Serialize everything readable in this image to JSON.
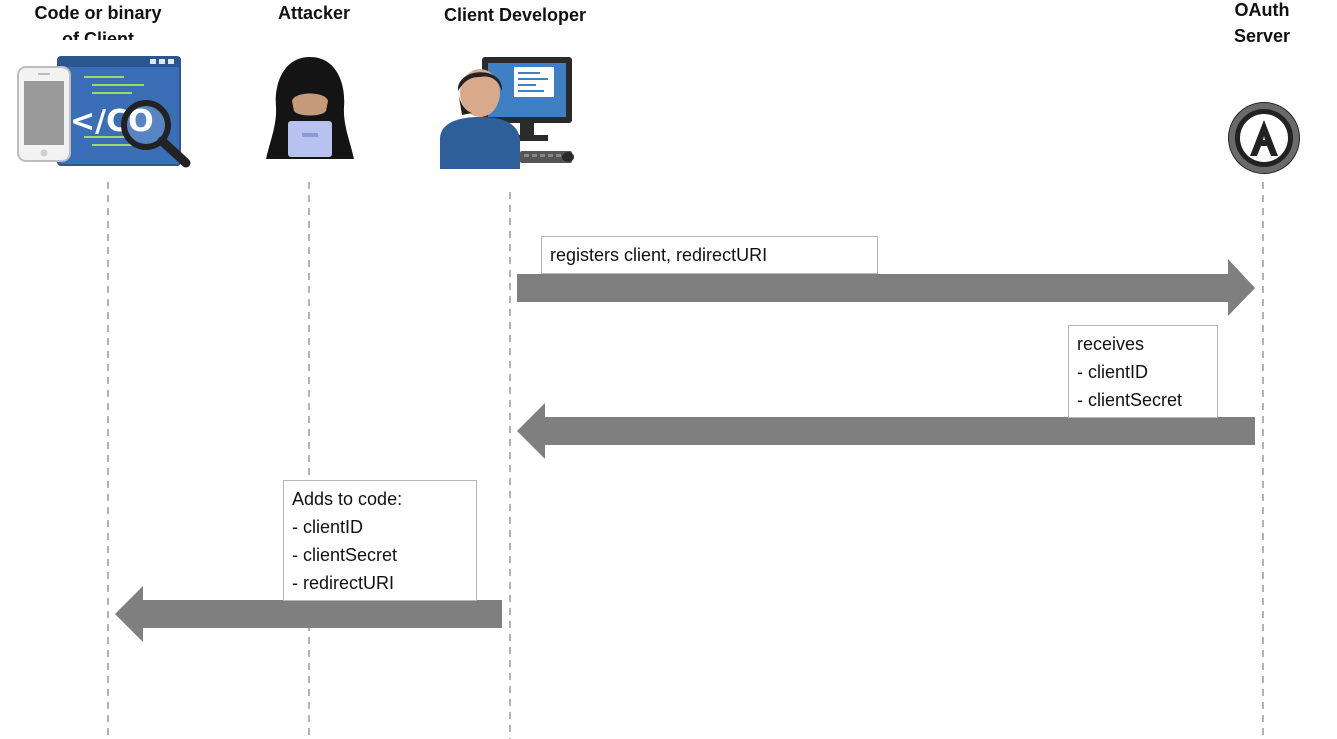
{
  "actors": [
    {
      "id": "client-code",
      "label_line1": "Code or binary",
      "label_line2": "of Client",
      "icon": "code-binary-icon"
    },
    {
      "id": "attacker",
      "label_line1": "Attacker",
      "label_line2": "",
      "icon": "hooded-attacker-icon"
    },
    {
      "id": "client-developer",
      "label_line1": "Client Developer",
      "label_line2": "",
      "icon": "developer-computer-icon"
    },
    {
      "id": "oauth-server",
      "label_line1": "OAuth",
      "label_line2": "Server",
      "icon": "oauth-logo-icon"
    }
  ],
  "messages": [
    {
      "from": "client-developer",
      "to": "oauth-server",
      "lines": [
        "registers client, redirectURI"
      ]
    },
    {
      "from": "oauth-server",
      "to": "client-developer",
      "lines": [
        "receives",
        "- clientID",
        "- clientSecret"
      ]
    },
    {
      "from": "client-developer",
      "to": "client-code",
      "lines": [
        "Adds to code:",
        "- clientID",
        "- clientSecret",
        "- redirectURI"
      ]
    }
  ],
  "colors": {
    "arrow": "#7f7f7f",
    "lifeline": "#9a9a9a",
    "box_border": "#b5b5b5"
  }
}
